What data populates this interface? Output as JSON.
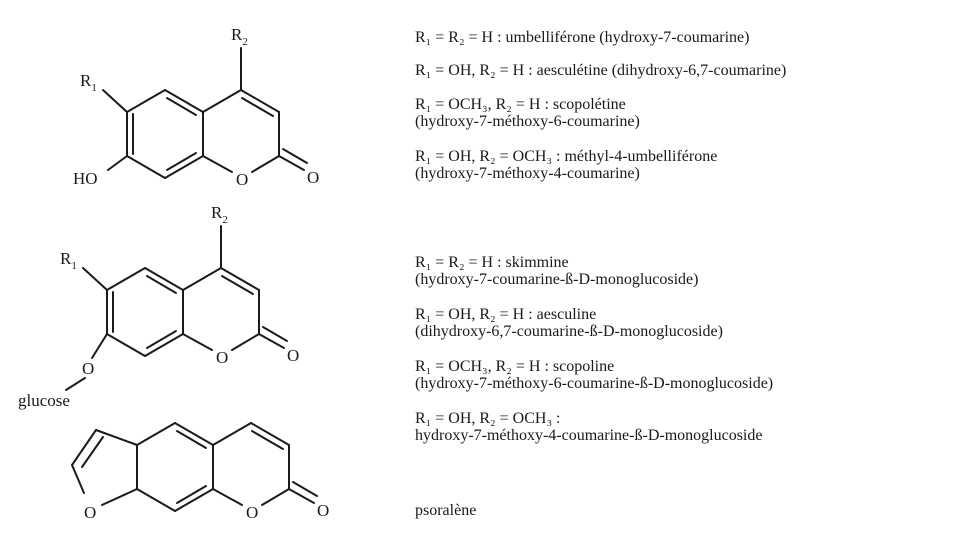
{
  "structures": {
    "coumarin_7_hydroxy": {
      "r1": "R",
      "r1_sub": "1",
      "r2": "R",
      "r2_sub": "2",
      "ho": "HO",
      "ring_o": "O",
      "carbonyl_o": "O"
    },
    "coumarin_glucoside": {
      "r1": "R",
      "r1_sub": "1",
      "r2": "R",
      "r2_sub": "2",
      "ether_o": "O",
      "glucose": "glucose",
      "ring_o": "O",
      "carbonyl_o": "O"
    },
    "psoralen": {
      "furan_o": "O",
      "ring_o": "O",
      "carbonyl_o": "O"
    }
  },
  "legend": [
    "R₁ = R₂ = H : umbelliférone (hydroxy-7-coumarine)",
    "R₁ = OH, R₂ = H : aesculétine (dihydroxy-6,7-coumarine)",
    "R₁ = OCH₃, R₂ = H : scopolétine\n(hydroxy-7-méthoxy-6-coumarine)",
    "R₁ = OH, R₂ = OCH₃ : méthyl-4-umbelliférone\n(hydroxy-7-méthoxy-4-coumarine)",
    "R₁ = R₂ = H : skimmine\n(hydroxy-7-coumarine-ß-D-monoglucoside)",
    "R₁ = OH, R₂ = H : aesculine\n(dihydroxy-6,7-coumarine-ß-D-monoglucoside)",
    "R₁ = OCH₃, R₂ = H : scopoline\n(hydroxy-7-méthoxy-6-coumarine-ß-D-monoglucoside)",
    "R₁ = OH, R₂ = OCH₃ :\nhydroxy-7-méthoxy-4-coumarine-ß-D-monoglucoside",
    "psoralène"
  ]
}
